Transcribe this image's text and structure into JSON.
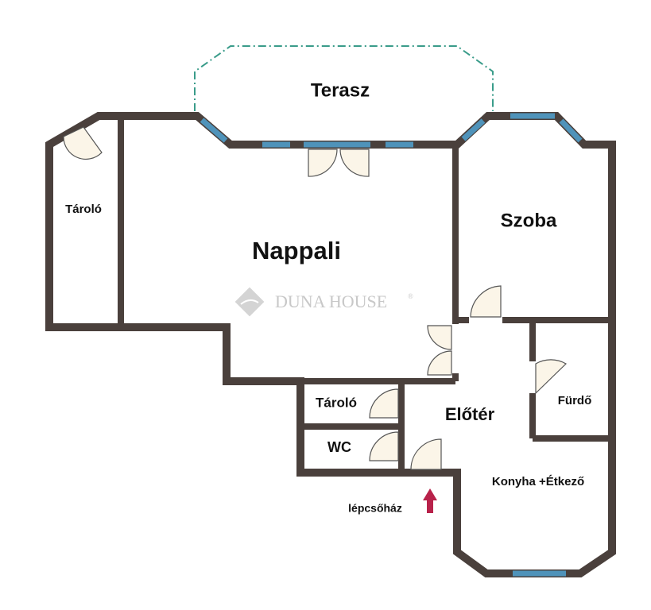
{
  "rooms": {
    "terrace": "Terasz",
    "storage_left": "Tároló",
    "living_room": "Nappali",
    "bedroom": "Szoba",
    "storage_small": "Tároló",
    "hall": "Előtér",
    "bathroom": "Fürdő",
    "wc": "WC",
    "kitchen": "Konyha +Étkező",
    "staircase": "lépcsőház"
  },
  "watermark": {
    "text": "DUNA HOUSE",
    "mark": "®"
  },
  "colors": {
    "wall": "#4a403c",
    "window": "#4f93ba",
    "door": "#fbf5e8",
    "terrace_outline": "#3a9c8a",
    "entrance_arrow": "#b8224a",
    "watermark": "#c8c8c8"
  }
}
